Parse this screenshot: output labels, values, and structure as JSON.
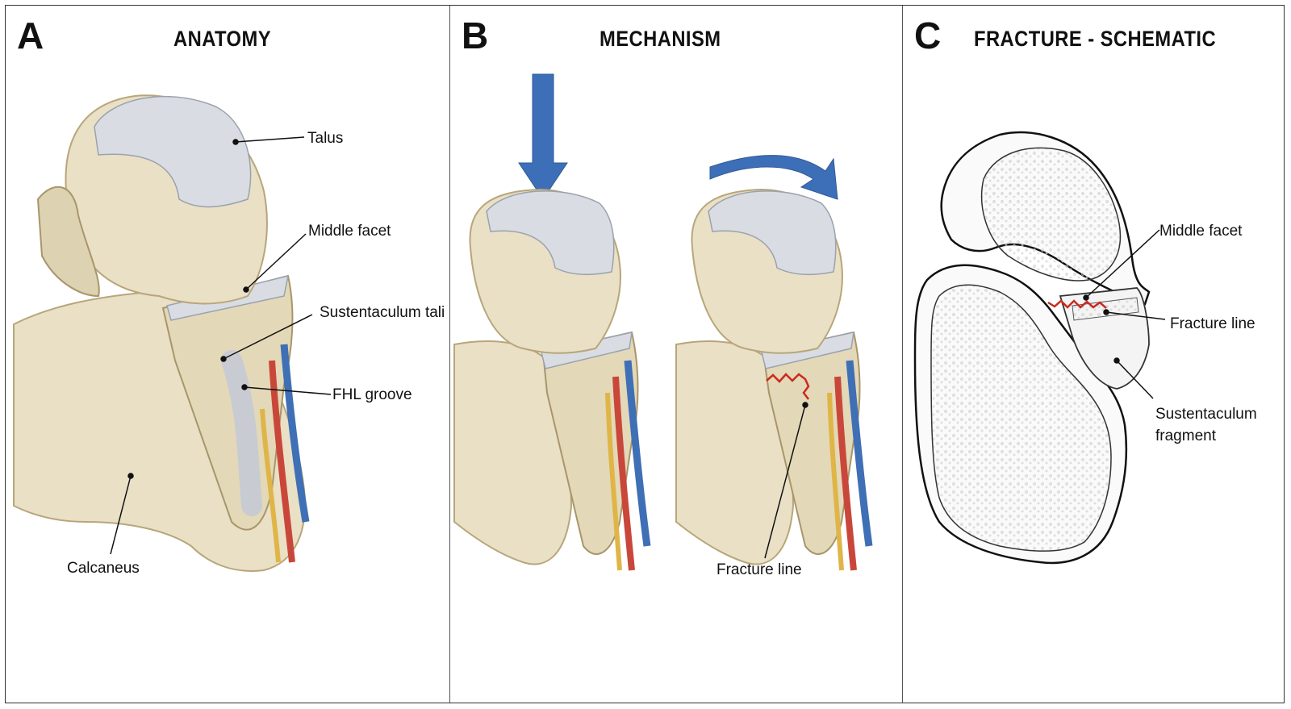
{
  "panels": {
    "a": {
      "letter": "A",
      "title": "ANATOMY",
      "labels": {
        "talus": "Talus",
        "middle_facet": "Middle facet",
        "sustentaculum": "Sustentaculum tali",
        "fhl": "FHL groove",
        "calcaneus": "Calcaneus"
      }
    },
    "b": {
      "letter": "B",
      "title": "MECHANISM",
      "labels": {
        "fracture_line": "Fracture line"
      }
    },
    "c": {
      "letter": "C",
      "title": "FRACTURE - SCHEMATIC",
      "labels": {
        "middle_facet": "Middle facet",
        "fracture_line": "Fracture line",
        "frag1": "Sustentaculum",
        "frag2": "fragment"
      }
    }
  },
  "colors": {
    "bone": "#e9e0c6",
    "bone_shadow": "#cdbf98",
    "cartilage": "#d9dde3",
    "artery": "#c9473a",
    "vein": "#3f6fb5",
    "nerve": "#e0b548",
    "arrow": "#3d6fb8",
    "fracture": "#cc2a1f"
  }
}
